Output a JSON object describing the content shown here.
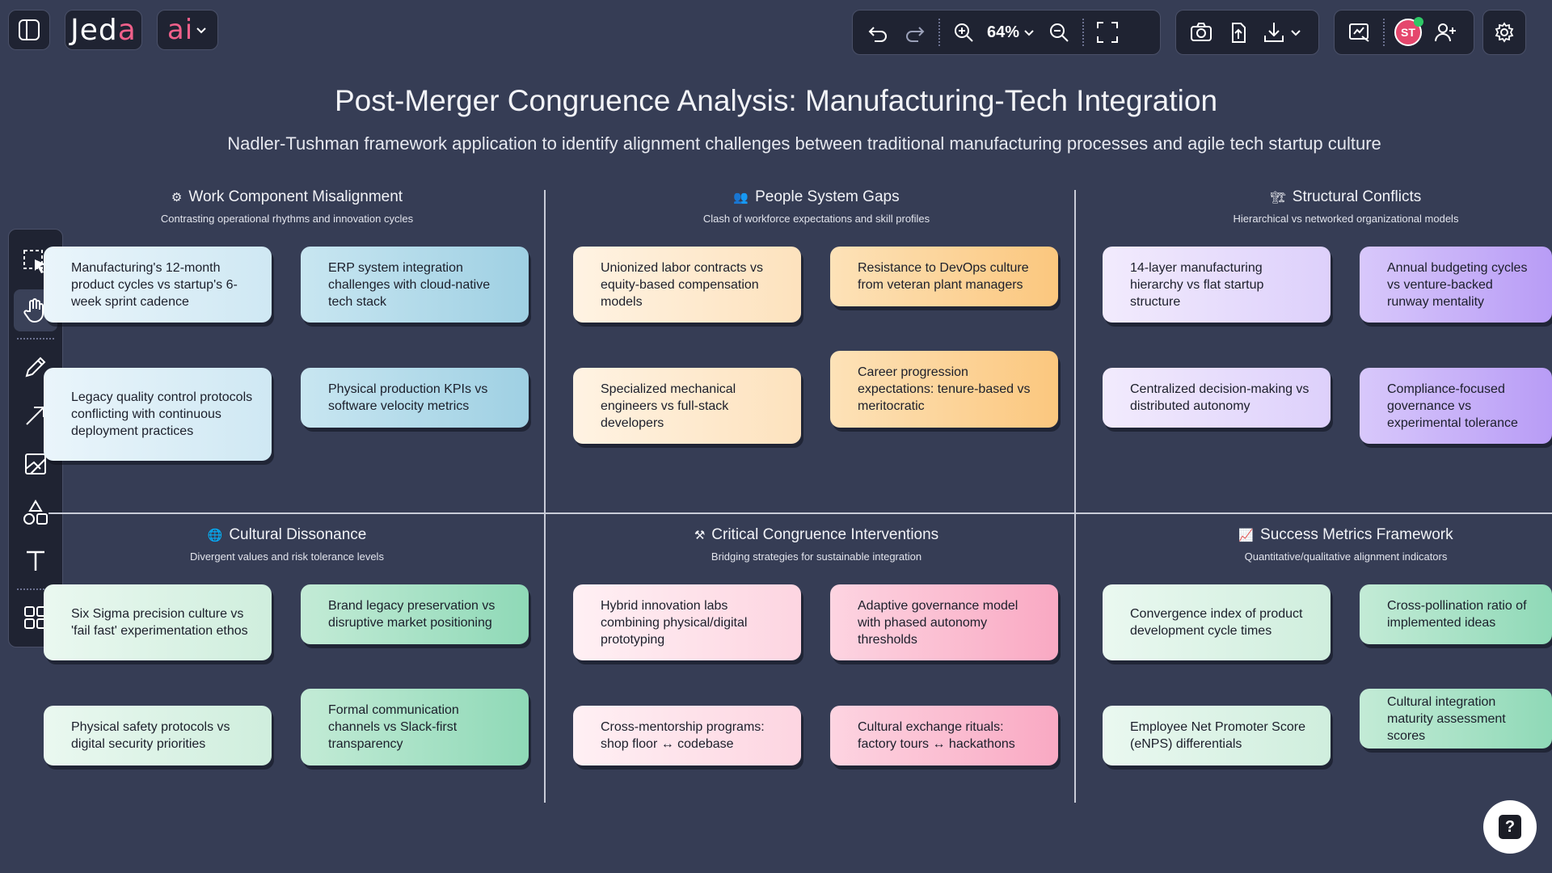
{
  "app": {
    "logo_main": "Jed",
    "logo_accent": "a",
    "ai_main": "ai",
    "zoom": "64%",
    "user_initials": "ST"
  },
  "board": {
    "title": "Post-Merger Congruence Analysis: Manufacturing-Tech Integration",
    "subtitle": "Nadler-Tushman framework application to identify alignment challenges between traditional manufacturing processes and agile tech startup culture"
  },
  "sections": {
    "work": {
      "title": "Work Component Misalignment",
      "subtitle": "Contrasting operational rhythms and innovation cycles",
      "cards": [
        "Manufacturing's 12-month product cycles vs startup's 6-week sprint cadence",
        "ERP system integration challenges with cloud-native tech stack",
        "Legacy quality control protocols conflicting with continuous deployment practices",
        "Physical production KPIs vs software velocity metrics"
      ]
    },
    "people": {
      "title": "People System Gaps",
      "subtitle": "Clash of workforce expectations and skill profiles",
      "cards": [
        "Unionized labor contracts vs equity-based compensation models",
        "Resistance to DevOps culture from veteran plant managers",
        "Specialized mechanical engineers vs full-stack developers",
        "Career progression expectations: tenure-based vs meritocratic"
      ]
    },
    "structural": {
      "title": "Structural Conflicts",
      "subtitle": "Hierarchical vs networked organizational models",
      "cards": [
        "14-layer manufacturing hierarchy vs flat startup structure",
        "Annual budgeting cycles vs venture-backed runway mentality",
        "Centralized decision-making vs distributed autonomy",
        "Compliance-focused governance vs experimental tolerance"
      ]
    },
    "cultural": {
      "title": "Cultural Dissonance",
      "subtitle": "Divergent values and risk tolerance levels",
      "cards": [
        "Six Sigma precision culture vs 'fail fast' experimentation ethos",
        "Brand legacy preservation vs disruptive market positioning",
        "Physical safety protocols vs digital security priorities",
        "Formal communication channels vs Slack-first transparency"
      ]
    },
    "interventions": {
      "title": "Critical Congruence Interventions",
      "subtitle": "Bridging strategies for sustainable integration",
      "cards": [
        "Hybrid innovation labs combining physical/digital prototyping",
        "Adaptive governance model with phased autonomy thresholds",
        "Cross-mentorship programs: shop floor ↔ codebase",
        "Cultural exchange rituals: factory tours ↔ hackathons"
      ]
    },
    "metrics": {
      "title": "Success Metrics Framework",
      "subtitle": "Quantitative/qualitative alignment indicators",
      "cards": [
        "Convergence index of product development cycle times",
        "Cross-pollination ratio of implemented ideas",
        "Employee Net Promoter Score (eNPS) differentials",
        "Cultural integration maturity assessment scores"
      ]
    }
  },
  "help": {
    "label": "?"
  }
}
